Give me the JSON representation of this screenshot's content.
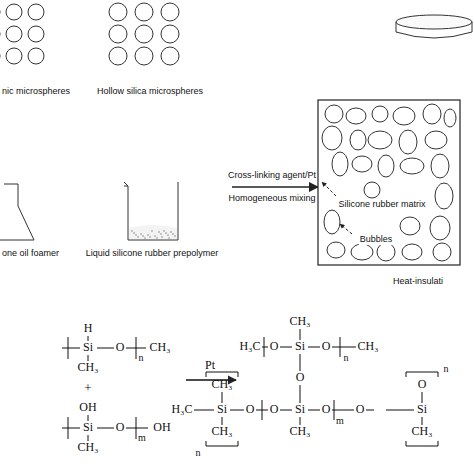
{
  "diagram": {
    "labels": [
      "nic microspheres",
      "Hollow silica microspheres",
      "Cross-linking agent/Pt",
      "Homogeneous mixing",
      "Silicone rubber matrix",
      "Bubbles",
      "one oil foamer",
      "Liquid silicone rubber prepolymer",
      "Heat-insulati",
      "H",
      "Si",
      "O",
      "CH₃",
      "n",
      "CH₃",
      "+",
      "OH",
      "Si",
      "O",
      "OH",
      "m",
      "CH₃",
      "Pt",
      "CH₃",
      "H₃C",
      "O",
      "Si",
      "O",
      "CH₃",
      "n",
      "O",
      "CH₃",
      "H₃C",
      "Si",
      "CH₃",
      "n",
      "O",
      "O",
      "Si",
      "O",
      "m",
      "CH₃",
      "O",
      "O",
      "Si",
      "CH₃",
      "n"
    ]
  }
}
